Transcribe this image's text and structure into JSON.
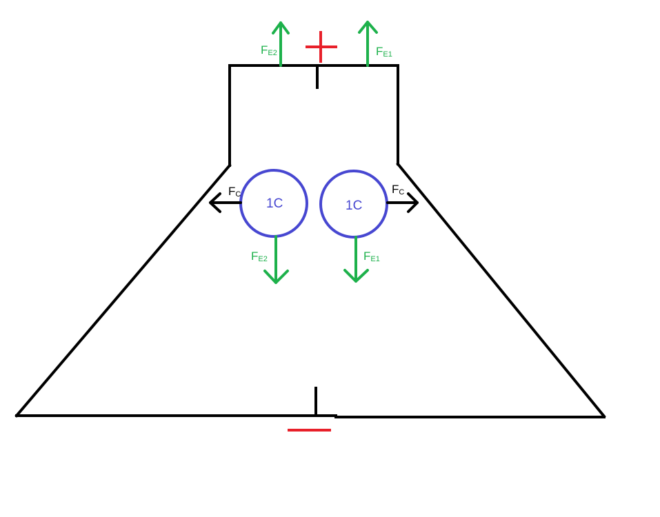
{
  "colors": {
    "wire": "#000000",
    "force_field": "#1db14b",
    "force_contact": "#000000",
    "charge": "#4747d1",
    "polarity": "#e8202a"
  },
  "polarity": {
    "top_symbol": "plus",
    "bottom_symbol": "minus"
  },
  "charges": [
    {
      "label": "1C"
    },
    {
      "label": "1C"
    }
  ],
  "force_labels": {
    "top_left": {
      "main": "F",
      "sub": "E2"
    },
    "top_right": {
      "main": "F",
      "sub": "E1"
    },
    "left_contact": {
      "main": "F",
      "sub": "C"
    },
    "right_contact": {
      "main": "F",
      "sub": "C"
    },
    "left_down": {
      "main": "F",
      "sub": "E2"
    },
    "right_down": {
      "main": "F",
      "sub": "E1"
    }
  }
}
